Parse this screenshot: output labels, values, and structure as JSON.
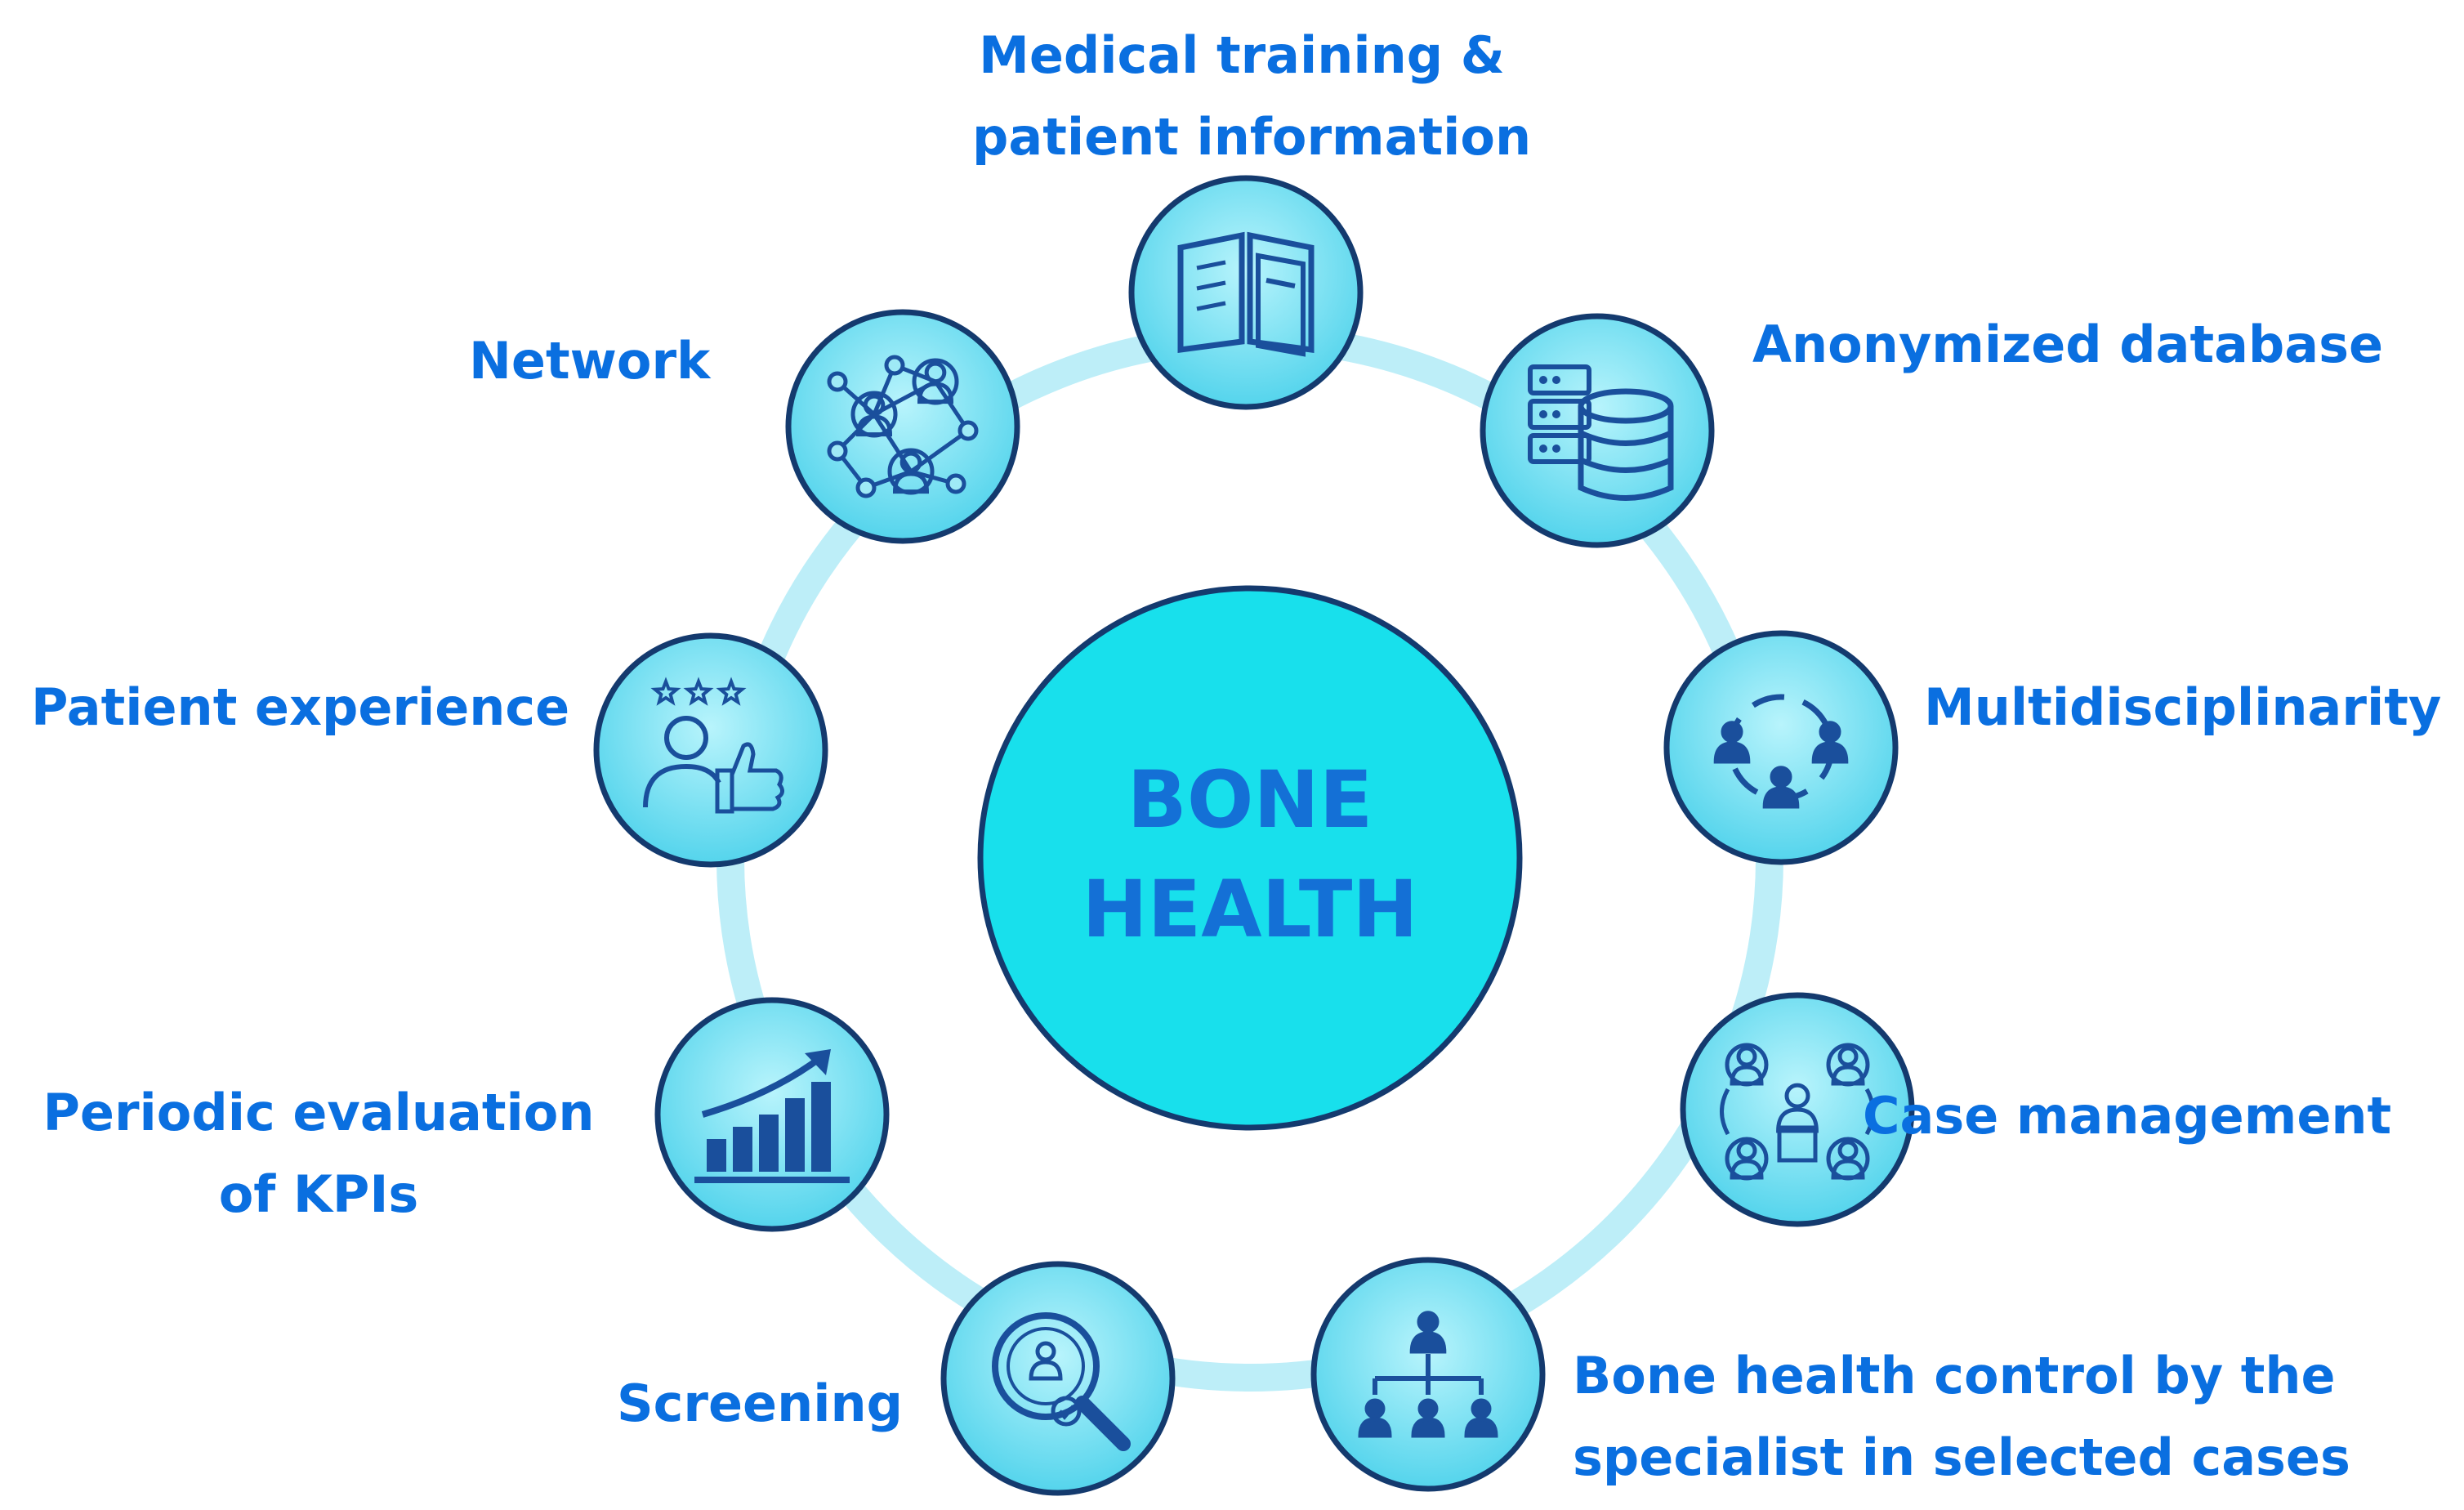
{
  "center": {
    "lines": [
      "BONE",
      "HEALTH"
    ]
  },
  "items": [
    {
      "id": "medical-training",
      "icon": "book-icon",
      "lines": [
        "Medical training &",
        "patient information"
      ]
    },
    {
      "id": "anonymized-database",
      "icon": "database-icon",
      "lines": [
        "Anonymized database"
      ]
    },
    {
      "id": "multidisciplinarity",
      "icon": "team-circle-icon",
      "lines": [
        "Multidisciplinarity"
      ]
    },
    {
      "id": "case-management",
      "icon": "case-network-icon",
      "lines": [
        "Case management"
      ]
    },
    {
      "id": "specialist-control",
      "icon": "hierarchy-icon",
      "lines": [
        "Bone health control by the",
        "specialist in selected cases"
      ]
    },
    {
      "id": "screening",
      "icon": "search-person-icon",
      "lines": [
        "Screening"
      ]
    },
    {
      "id": "kpi-evaluation",
      "icon": "growth-chart-icon",
      "lines": [
        "Periodic evaluation",
        "of KPIs"
      ]
    },
    {
      "id": "patient-experience",
      "icon": "thumbs-up-rating-icon",
      "lines": [
        "Patient experience"
      ]
    },
    {
      "id": "network",
      "icon": "network-icon",
      "lines": [
        "Network"
      ]
    }
  ],
  "colors": {
    "label": "#0a6fe0",
    "center_fill": "#18e0ec",
    "node_fill": "#7ae4f4",
    "node_stroke": "#143a6e",
    "ring": "#bdeef8",
    "icon": "#1a4f9c"
  }
}
